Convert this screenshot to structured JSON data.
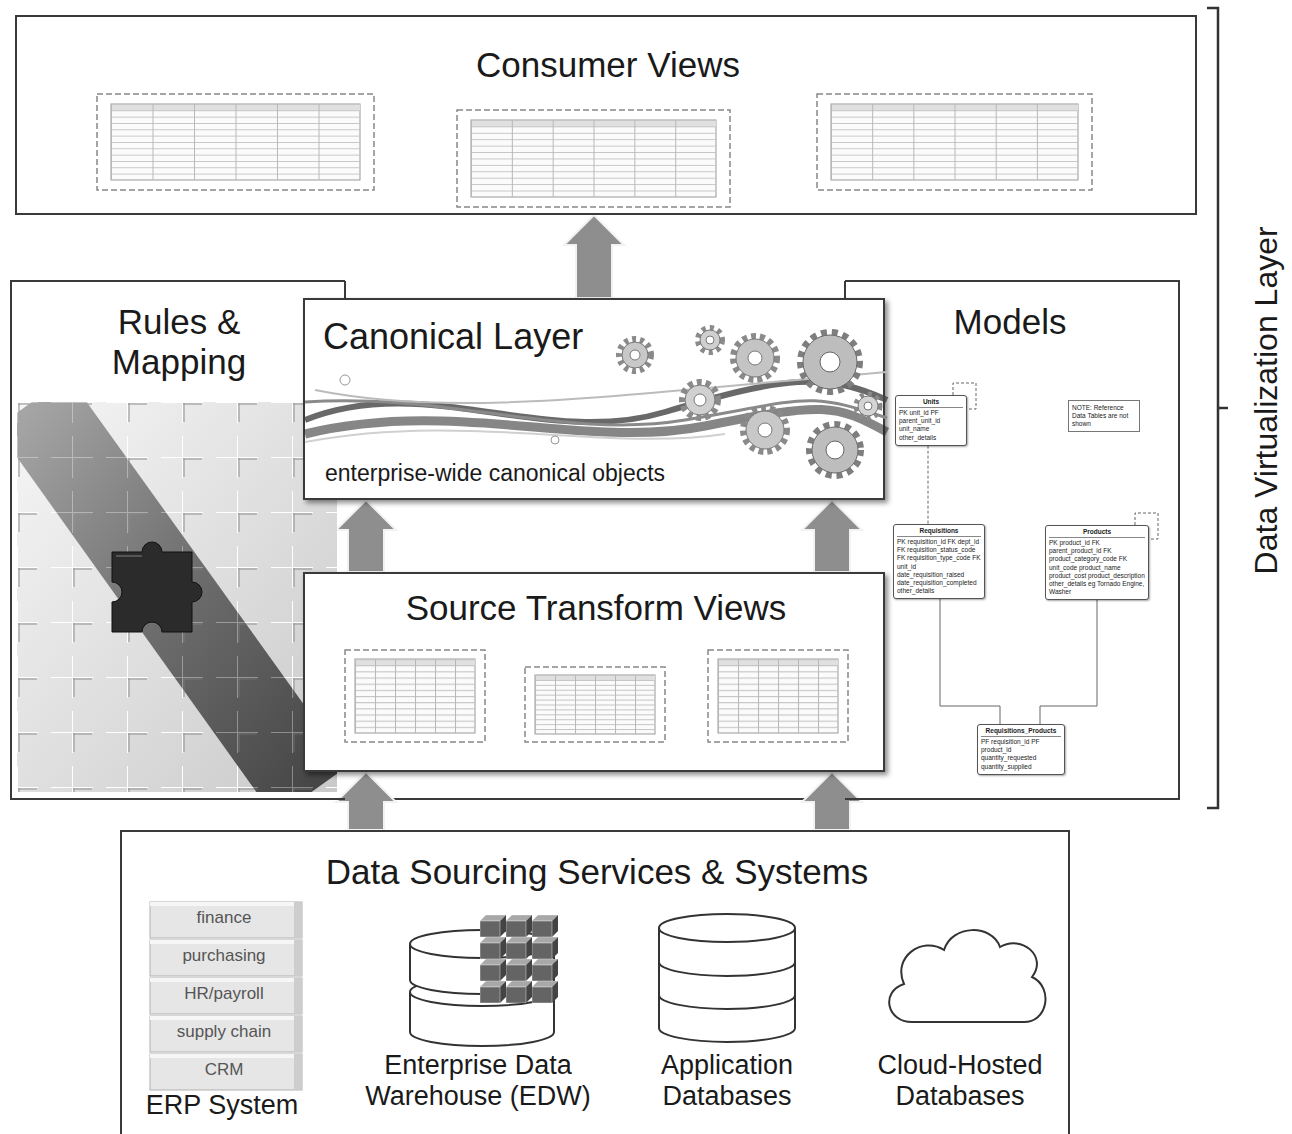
{
  "diagram": {
    "nodes": [
      {
        "text": [
          "Consumer Views"
        ]
      },
      {
        "text": [
          "Rules & Mapping"
        ]
      },
      {
        "text": [
          "Canonical Layer",
          "enterprise-wide canonical objects"
        ]
      },
      {
        "text": [
          "Source Transform Views"
        ]
      },
      {
        "text": [
          "Models"
        ]
      },
      {
        "text": [
          "Units",
          "PK unit_id PF parent_unit_id unit_name other_details"
        ],
        "in": 4
      },
      {
        "text": [
          "NOTE: Reference Data Tables are not shown"
        ],
        "in": 4
      },
      {
        "text": [
          "Requisitions",
          "PK requisition_id FK dept_id FK requisition_status_code FK requisition_type_code FK unit_id date_requisition_raised date_requisition_completed other_details"
        ],
        "in": 4
      },
      {
        "text": [
          "Products",
          "PK product_id FK parent_product_id FK product_category_code FK unit_code product_name product_cost product_description other_details eg Tornado Engine, Washer"
        ],
        "in": 4
      },
      {
        "text": [
          "Requisitions_Products",
          "PF requisition_id PF product_id quantity_requested quantity_supplied"
        ],
        "in": 4
      },
      {
        "text": [
          "Data Sourcing Services & Systems"
        ]
      }
    ],
    "edges": [
      {
        "from": 10,
        "to": 3,
        "arrow": "to"
      },
      {
        "from": 10,
        "to": 3,
        "arrow": "to"
      },
      {
        "from": 3,
        "to": 2,
        "arrow": "to"
      },
      {
        "from": 3,
        "to": 2,
        "arrow": "to"
      },
      {
        "from": 2,
        "to": 0,
        "arrow": "to"
      },
      {
        "from": 5,
        "to": 7,
        "arrow": "none"
      },
      {
        "from": 7,
        "to": 9,
        "arrow": "none"
      },
      {
        "from": 8,
        "to": 9,
        "arrow": "none"
      }
    ],
    "labels": [
      "Data Virtualization Layer",
      "finance",
      "purchasing",
      "HR/payroll",
      "supply chain",
      "CRM",
      "ERP System",
      "Enterprise Data Warehouse (EDW)",
      "Application Databases",
      "Cloud-Hosted Databases"
    ]
  }
}
